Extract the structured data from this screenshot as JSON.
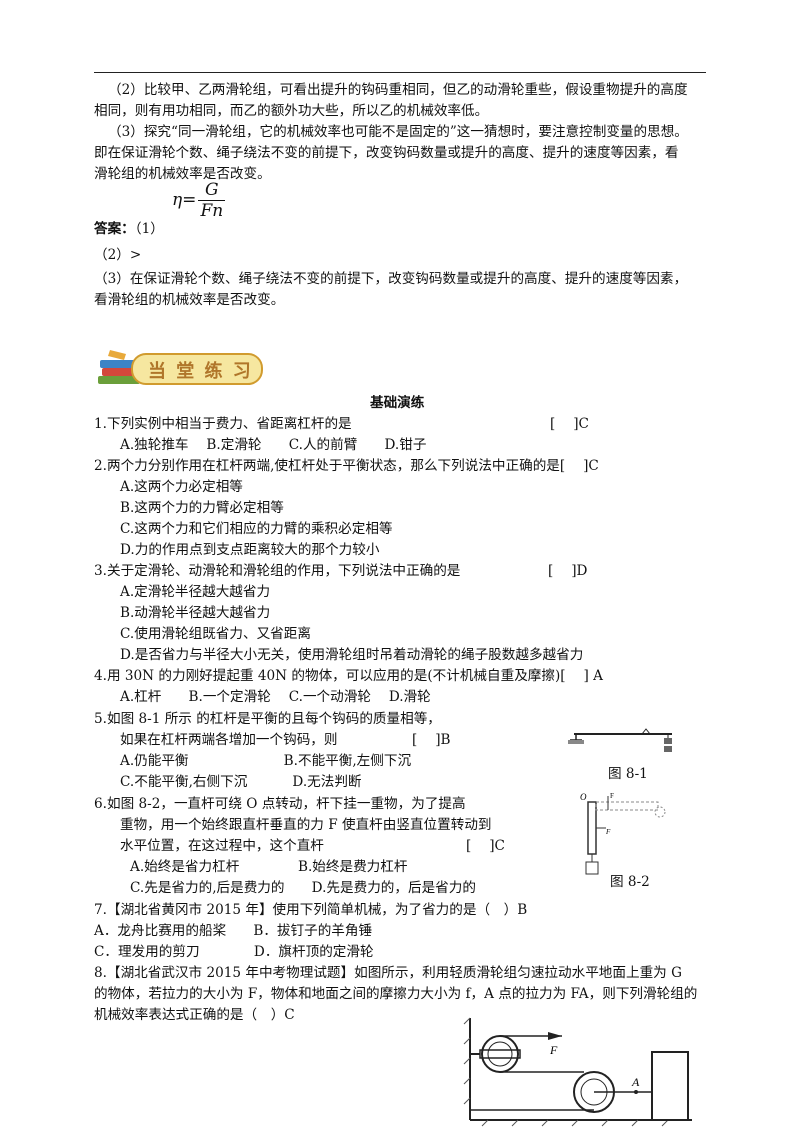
{
  "intro": {
    "p2_line1": "（2）比较甲、乙两滑轮组，可看出提升的钩码重相同，但乙的动滑轮重些，假设重物提升的高度",
    "p2_line2": "相同，则有用功相同，而乙的额外功大些，所以乙的机械效率低。",
    "p3_line1": "（3）探究“同一滑轮组，它的机械效率也可能不是固定的”这一猜想时，要注意控制变量的思想。",
    "p3_line2": "即在保证滑轮个数、绳子绕法不变的前提下，改变钩码数量或提升的高度、提升的速度等因素，看",
    "p3_line3": "滑轮组的机械效率是否改变。"
  },
  "formula": {
    "lhs": "η=",
    "num": "G",
    "den": "Fn"
  },
  "answer": {
    "label": "答案：",
    "a1": "（1）",
    "a2": "（2）>",
    "a3_line1": "（3）在保证滑轮个数、绳子绕法不变的前提下，改变钩码数量或提升的高度、提升的速度等因素，",
    "a3_line2": "看滑轮组的机械效率是否改变。"
  },
  "badge": {
    "text": "当 堂 练 习"
  },
  "section_title": "基础演练",
  "questions": {
    "q1": "1.下列实例中相当于费力、省距离杠杆的是",
    "q1_bracket": "[　 ]C",
    "q1_opts": "A.独轮推车　 B.定滑轮　　C.人的前臂　　D.钳子",
    "q2": "2.两个力分别作用在杠杆两端,使杠杆处于平衡状态，那么下列说法中正确的是[　 ]C",
    "q2_a": "A.这两个力必定相等",
    "q2_b": "B.这两个力的力臂必定相等",
    "q2_c": "C.这两个力和它们相应的力臂的乘积必定相等",
    "q2_d": "D.力的作用点到支点距离较大的那个力较小",
    "q3": "3.关于定滑轮、动滑轮和滑轮组的作用，下列说法中正确的是",
    "q3_bracket": "[　 ]D",
    "q3_a": "A.定滑轮半径越大越省力",
    "q3_b": "B.动滑轮半径越大越省力",
    "q3_c": "C.使用滑轮组既省力、又省距离",
    "q3_d": "D.是否省力与半径大小无关，使用滑轮组时吊着动滑轮的绳子股数越多越省力",
    "q4": "4.用 30N 的力刚好提起重 40N 的物体，可以应用的是(不计机械自重及摩擦)[　 ] A",
    "q4_opts": "A.杠杆　　B.一个定滑轮　 C.一个动滑轮　 D.滑轮",
    "q5": "5.如图 8-1 所示 的杠杆是平衡的且每个钩码的质量相等，",
    "q5_l2": "如果在杠杆两端各增加一个钩码，则",
    "q5_bracket": "[　 ]B",
    "q5_ab": "A.仍能平衡　　　　　　　B.不能平衡,左侧下沉",
    "q5_cd": "C.不能平衡,右侧下沉　　　 D.无法判断",
    "fig81": "图 8-1",
    "q6": "6.如图 8-2，一直杆可绕 O 点转动，杆下挂一重物，为了提高",
    "q6_l2": "重物，用一个始终跟直杆垂直的力 F 使直杆由竖直位置转动到",
    "q6_l3": "水平位置，在这过程中，这个直杆",
    "q6_bracket": "[　 ]C",
    "q6_ab": "A.始终是省力杠杆　　　　 B.始终是费力杠杆",
    "q6_cd": "C.先是省力的,后是费力的　　D.先是费力的，后是省力的",
    "fig82": "图 8-2",
    "q7": "7.【湖北省黄冈市 2015 年】使用下列简单机械，为了省力的是（　）B",
    "q7_ab": "A．龙舟比赛用的船桨　　B．拔钉子的羊角锤",
    "q7_cd": "C．理发用的剪刀　　　　D．旗杆顶的定滑轮",
    "q8_l1": "8.【湖北省武汉市 2015 年中考物理试题】如图所示，利用轻质滑轮组匀速拉动水平地面上重为 G",
    "q8_l2": "的物体，若拉力的大小为 F，物体和地面之间的摩擦力大小为 f，A 点的拉力为 FA，则下列滑轮组的",
    "q8_l3": "机械效率表达式正确的是（　）C",
    "fig_F": "F",
    "fig_A": "A",
    "fig_O": "O",
    "fig82_F": "F"
  }
}
